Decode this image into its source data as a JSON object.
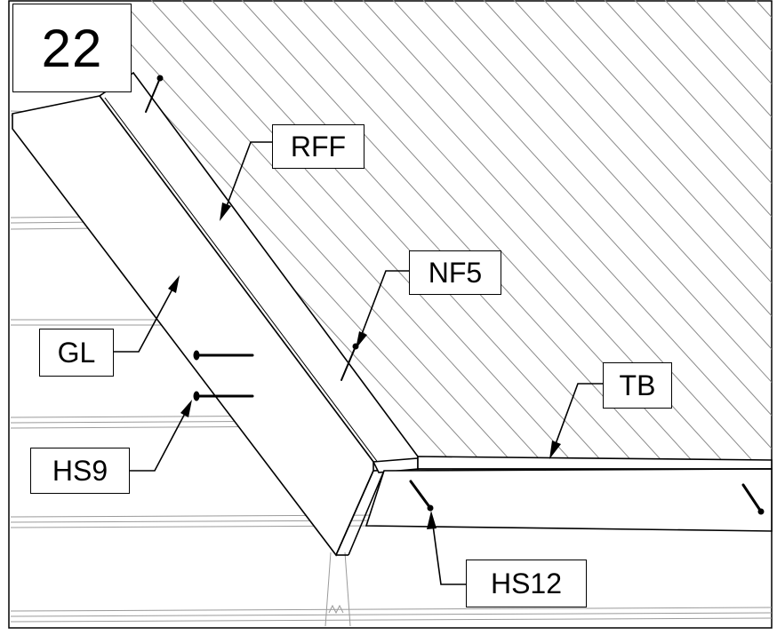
{
  "step_number": "22",
  "labels": {
    "rff": "RFF",
    "nf5": "NF5",
    "tb": "TB",
    "gl": "GL",
    "hs9": "HS9",
    "hs12": "HS12"
  },
  "colors": {
    "line": "#000000",
    "hatch": "#8a8a8a",
    "background": "#ffffff"
  }
}
